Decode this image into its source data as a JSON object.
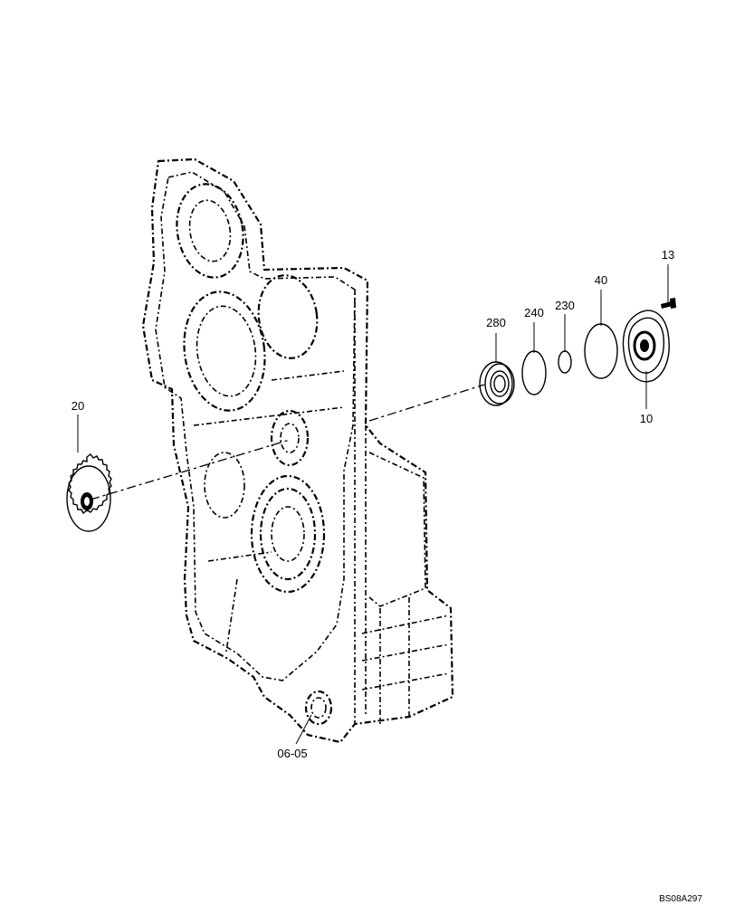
{
  "callouts": {
    "c13": "13",
    "c40": "40",
    "c230": "230",
    "c240": "240",
    "c280": "280",
    "c10": "10",
    "c20": "20",
    "c0605": "06-05"
  },
  "drawing_code": "BS08A297"
}
